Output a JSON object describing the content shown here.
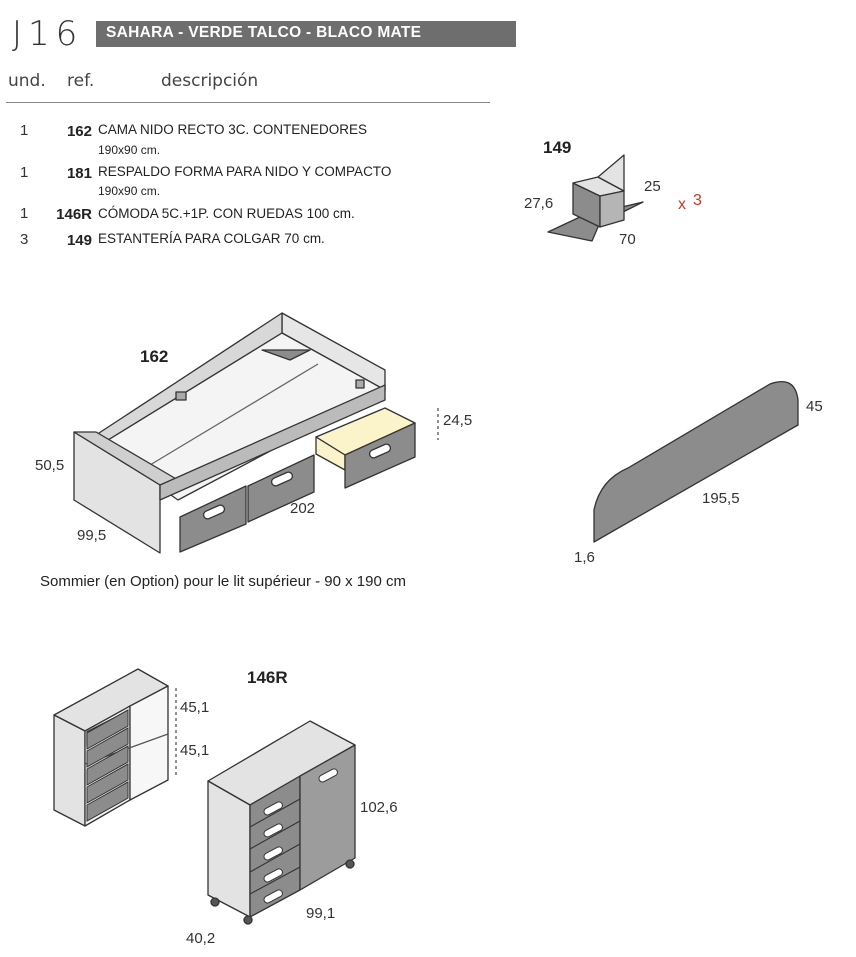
{
  "header": {
    "code": "J16",
    "title": "SAHARA - VERDE TALCO - BLACO MATE"
  },
  "columns": {
    "und": "und.",
    "ref": "ref.",
    "desc": "descripción"
  },
  "items": [
    {
      "qty": "1",
      "ref": "162",
      "desc": "CAMA NIDO RECTO 3C. CONTENEDORES",
      "sub": "190x90 cm."
    },
    {
      "qty": "1",
      "ref": "181",
      "desc": "RESPALDO FORMA PARA NIDO Y COMPACTO",
      "sub": "190x90 cm."
    },
    {
      "qty": "1",
      "ref": "146R",
      "desc": "CÓMODA 5C.+1P. CON RUEDAS 100 cm."
    },
    {
      "qty": "3",
      "ref": "149",
      "desc": "ESTANTERÍA PARA COLGAR 70 cm."
    }
  ],
  "shelf": {
    "label": "149",
    "d1": "27,6",
    "d2": "25",
    "d3": "70",
    "mult_x": "x",
    "mult_n": "3"
  },
  "bed": {
    "label": "162",
    "h": "50,5",
    "depth": "99,5",
    "length": "202",
    "drawer_h": "24,5"
  },
  "headboard": {
    "h": "45",
    "length": "195,5",
    "thick": "1,6"
  },
  "note": "Sommier (en Option) pour le lit supérieur - 90 x 190 cm",
  "dresser": {
    "label": "146R",
    "h1": "45,1",
    "h2": "45,1",
    "h": "102,6",
    "w": "99,1",
    "d": "40,2"
  },
  "colors": {
    "grey": "#8c8c8c",
    "light": "#e3e3e3",
    "accent": "#c0392b",
    "drawer_inside": "#fbf3c9"
  }
}
